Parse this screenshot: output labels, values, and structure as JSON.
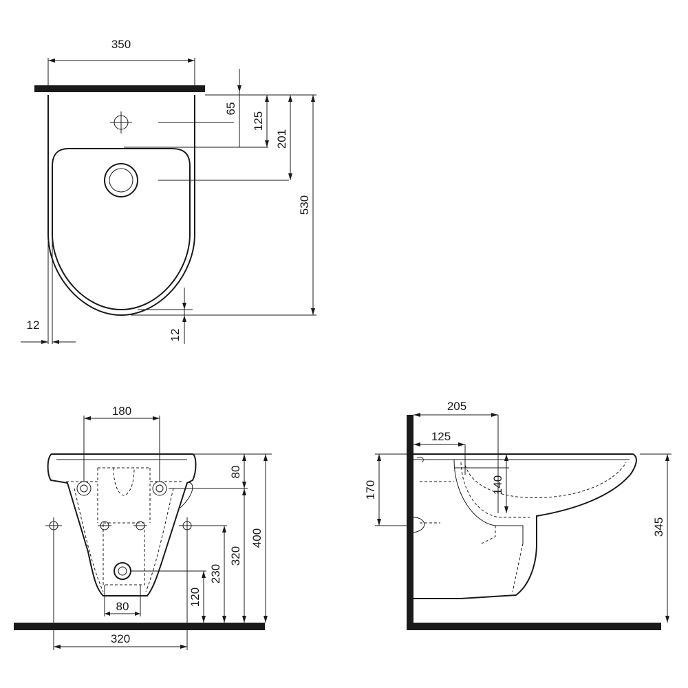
{
  "top_view": {
    "width": "350",
    "depth": "530",
    "dim_65": "65",
    "dim_125": "125",
    "dim_201": "201",
    "dim_12_left": "12",
    "dim_12_bottom": "12"
  },
  "front_view": {
    "fixing_spacing_top": "180",
    "fixing_spacing_bottom": "320",
    "outlet_width": "80",
    "dim_80_right": "80",
    "dim_400": "400",
    "dim_320": "320",
    "dim_230": "230",
    "dim_120": "120"
  },
  "side_view": {
    "dim_205": "205",
    "dim_125": "125",
    "dim_140": "140",
    "dim_170": "170",
    "dim_345": "345"
  }
}
